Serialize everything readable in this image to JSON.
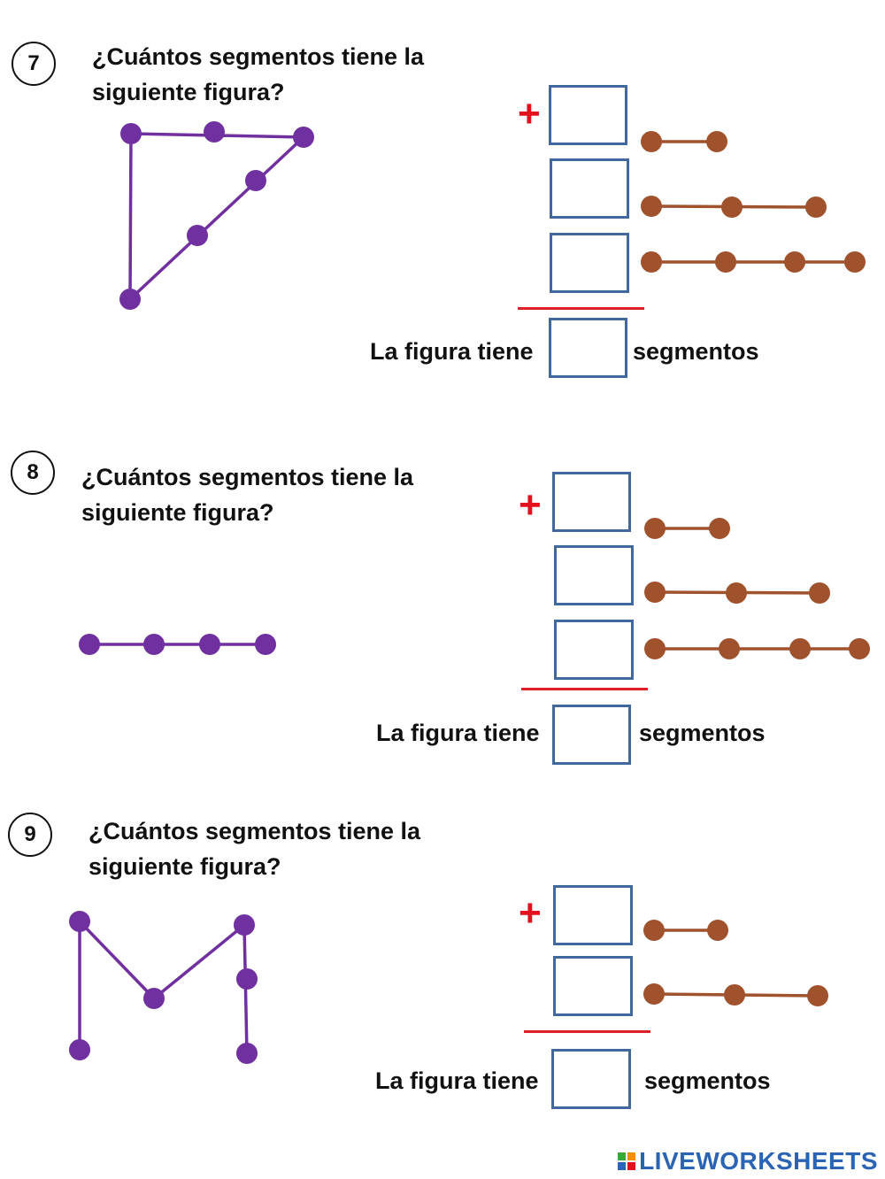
{
  "exercises": [
    {
      "number": "7",
      "question": "¿Cuántos segmentos tiene la siguiente figura?",
      "plus": "+",
      "result_prefix": "La figura tiene",
      "result_suffix": "segmentos"
    },
    {
      "number": "8",
      "question": "¿Cuántos segmentos tiene la siguiente figura?",
      "plus": "+",
      "result_prefix": "La figura tiene",
      "result_suffix": "segmentos"
    },
    {
      "number": "9",
      "question": "¿Cuántos segmentos tiene la siguiente figura?",
      "plus": "+",
      "result_prefix": "La figura tiene",
      "result_suffix": "segmentos"
    }
  ],
  "colors": {
    "figure_purple": "#7030a0",
    "hint_brown": "#a0522d",
    "box_border": "#41689c",
    "plus_red": "#e3101e"
  },
  "watermark": {
    "text": "LIVEWORKSHEETS"
  }
}
